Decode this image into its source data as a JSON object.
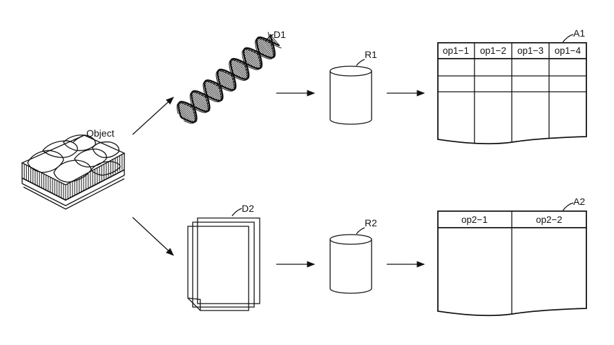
{
  "object": {
    "label": "Object"
  },
  "d1": {
    "label": "D1"
  },
  "d2": {
    "label": "D2"
  },
  "r1": {
    "label": "R1"
  },
  "r2": {
    "label": "R2"
  },
  "a1": {
    "label": "A1",
    "headers": [
      "op1−1",
      "op1−2",
      "op1−3",
      "op1−4"
    ]
  },
  "a2": {
    "label": "A2",
    "headers": [
      "op2−1",
      "op2−2"
    ]
  }
}
